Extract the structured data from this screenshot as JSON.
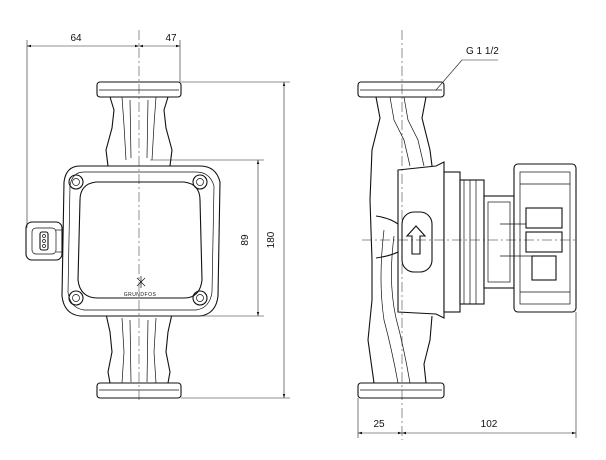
{
  "dimensions": {
    "left_width": "64",
    "right_width": "47",
    "height_89": "89",
    "height_180": "180",
    "bottom_25": "25",
    "bottom_102": "102"
  },
  "callout": {
    "thread": "G 1 1/2"
  },
  "brand": {
    "logo_text": "GRUNDFOS"
  }
}
